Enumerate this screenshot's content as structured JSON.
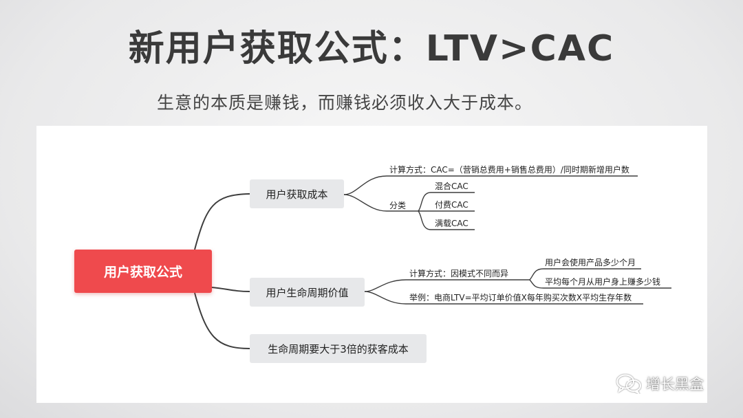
{
  "title": "新用户获取公式：LTV>CAC",
  "subtitle": "生意的本质是赚钱，而赚钱必须收入大于成本。",
  "mindmap": {
    "root": "用户获取公式",
    "cac": {
      "label": "用户获取成本",
      "formula": "计算方式：CAC=（营销总费用+销售总费用）/同时期新增用户数",
      "category": "分类",
      "types": [
        "混合CAC",
        "付费CAC",
        "满载CAC"
      ]
    },
    "ltv": {
      "label": "用户生命周期价值",
      "method": "计算方式：因模式不同而异",
      "factors": [
        "用户会使用产品多少个月",
        "平均每个月从用户身上赚多少钱"
      ],
      "example": "举例：电商LTV=平均订单价值X每年购买次数X平均生存年数"
    },
    "rule": "生命周期要大于3倍的获客成本"
  },
  "watermark": {
    "icon": "wechat-icon",
    "text": "增长黑盒"
  },
  "colors": {
    "root": "#ef4a4d",
    "node": "#e7e8ea",
    "line": "#3d3d3d"
  }
}
